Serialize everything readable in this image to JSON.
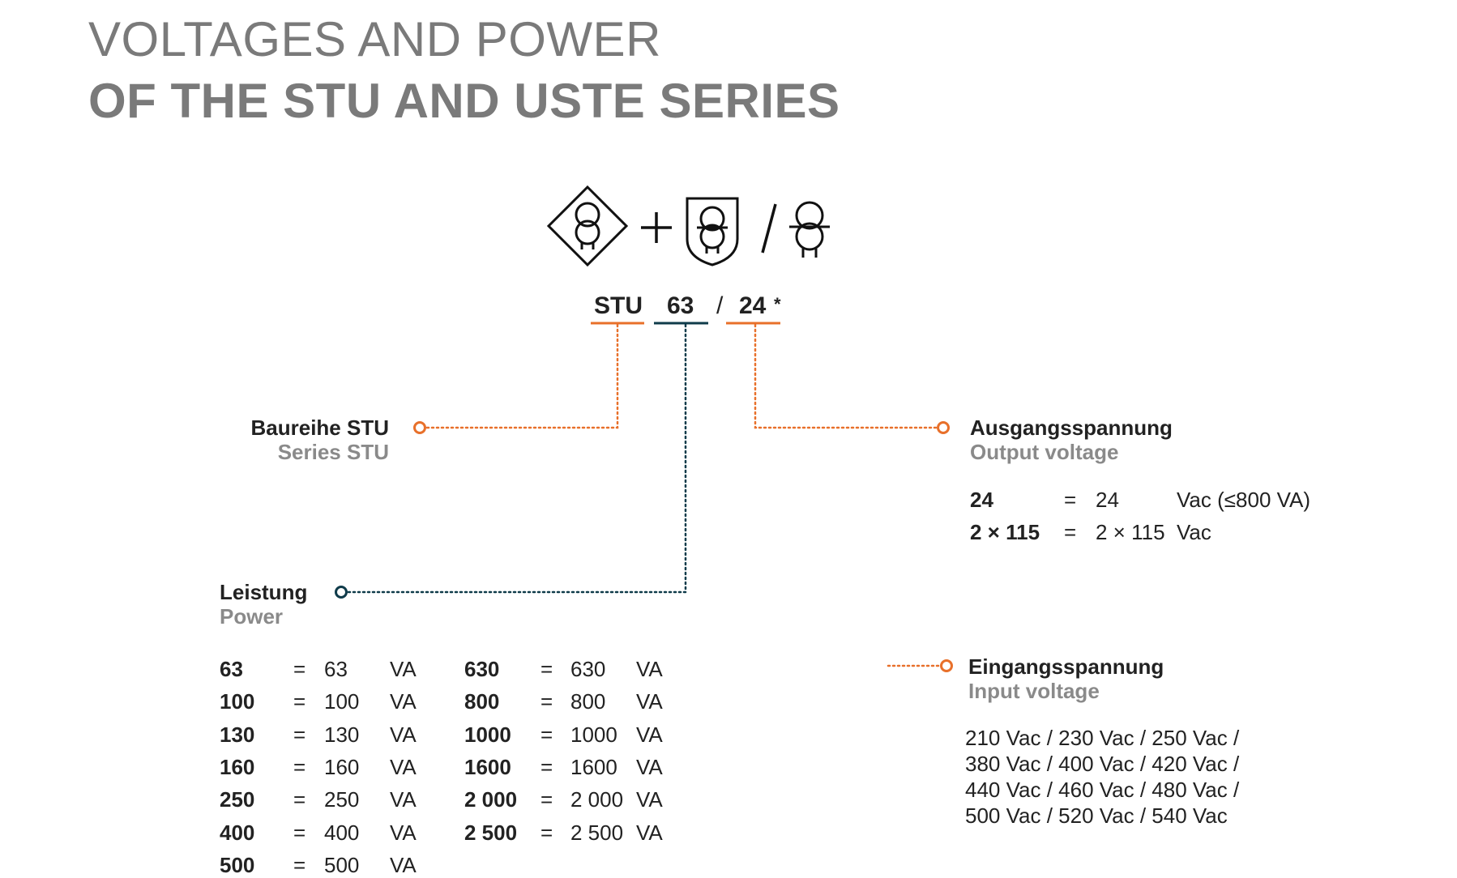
{
  "title": {
    "line1": "VOLTAGES AND POWER",
    "line2": "OF THE STU AND USTE SERIES"
  },
  "icons": [
    "safety-transformer-diamond-icon",
    "plus-icon",
    "transformer-shield-icon",
    "slash-icon",
    "transformer-icon"
  ],
  "colors": {
    "orange": "#e8702a",
    "teal": "#0f3b4a",
    "gray": "#7a7a7a"
  },
  "code": {
    "series": "STU",
    "power": "63",
    "slash": "/",
    "output": "24",
    "asterisk": "*"
  },
  "series_label": {
    "de": "Baureihe STU",
    "en": "Series STU"
  },
  "output_label": {
    "de": "Ausgangsspannung",
    "en": "Output voltage"
  },
  "output_rows": [
    {
      "code": "24",
      "eq": "=",
      "value": "24",
      "unit": "Vac (≤800 VA)"
    },
    {
      "code": "2 × 115",
      "eq": "=",
      "value": "2 × 115",
      "unit": "Vac"
    }
  ],
  "power_label": {
    "de": "Leistung",
    "en": "Power"
  },
  "power_rows_left": [
    {
      "code": "63",
      "eq": "=",
      "value": "63",
      "unit": "VA"
    },
    {
      "code": "100",
      "eq": "=",
      "value": "100",
      "unit": "VA"
    },
    {
      "code": "130",
      "eq": "=",
      "value": "130",
      "unit": "VA"
    },
    {
      "code": "160",
      "eq": "=",
      "value": "160",
      "unit": "VA"
    },
    {
      "code": "250",
      "eq": "=",
      "value": "250",
      "unit": "VA"
    },
    {
      "code": "400",
      "eq": "=",
      "value": "400",
      "unit": "VA"
    },
    {
      "code": "500",
      "eq": "=",
      "value": "500",
      "unit": "VA"
    }
  ],
  "power_rows_right": [
    {
      "code": "630",
      "eq": "=",
      "value": "630",
      "unit": "VA"
    },
    {
      "code": "800",
      "eq": "=",
      "value": "800",
      "unit": "VA"
    },
    {
      "code": "1000",
      "eq": "=",
      "value": "1000",
      "unit": "VA"
    },
    {
      "code": "1600",
      "eq": "=",
      "value": "1600",
      "unit": "VA"
    },
    {
      "code": "2 000",
      "eq": "=",
      "value": "2 000",
      "unit": "VA"
    },
    {
      "code": "2 500",
      "eq": "=",
      "value": "2 500",
      "unit": "VA"
    }
  ],
  "input_label": {
    "de": "Eingangsspannung",
    "en": "Input voltage"
  },
  "input_voltages": [
    "210 Vac / 230 Vac / 250 Vac /",
    "380 Vac / 400 Vac / 420 Vac /",
    "440 Vac / 460 Vac / 480 Vac /",
    "500 Vac / 520 Vac / 540 Vac"
  ]
}
